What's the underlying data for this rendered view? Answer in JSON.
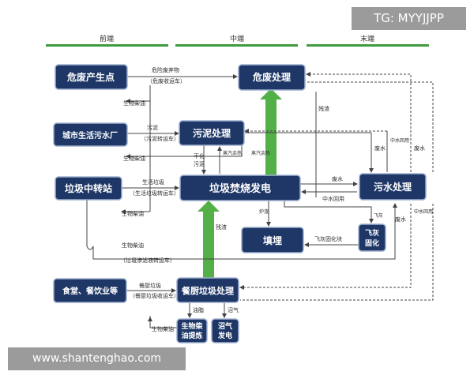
{
  "watermarks": {
    "top": "TG: MYYJJPP",
    "bottom": "www.shantenghao.com"
  },
  "colors": {
    "box_fill": "#1e3767",
    "header_bar": "#3e9b3e",
    "green_flow": "#52b047",
    "line": "#444444"
  },
  "headers": {
    "front": "前端",
    "middle": "中端",
    "end": "末端"
  },
  "nodes": {
    "hazard_source": "危废产生点",
    "sewage_plant": "城市生活污水厂",
    "transfer_station": "垃圾中转站",
    "canteen": "食堂、餐饮业等",
    "hazard_treatment": "危废处理",
    "sludge_treatment": "污泥处理",
    "incineration": "垃圾焚烧发电",
    "landfill": "填埋",
    "kitchen_waste": "餐厨垃圾处理",
    "biodiesel_line1": "生物柴",
    "biodiesel_line2": "油提炼",
    "biogas_line1": "沼气",
    "biogas_line2": "发电",
    "fly_ash_line1": "飞灰",
    "fly_ash_line2": "固化",
    "wastewater": "污水处理"
  },
  "labels": {
    "hazard_waste": "危险废弃物",
    "hazard_vehicle": "（危废收运车）",
    "bio_diesel": "生物柴油",
    "sludge": "污泥",
    "sludge_vehicle": "（污泥转运车）",
    "domestic_waste": "生活垃圾",
    "domestic_vehicle": "（生活垃圾转运车）",
    "leachate_vehicle": "（垃圾渗滤液转运车）",
    "kitchen_label": "餐厨垃圾",
    "kitchen_vehicle": "（餐厨垃圾收运车）",
    "dry_sludge_1": "干化",
    "dry_sludge_2": "污泥",
    "steam_heat": "蒸汽余热",
    "residue": "残渣",
    "furnace_residue": "炉渣",
    "fly_ash": "飞灰",
    "fly_ash_block": "飞灰固化块",
    "wastewater_label": "废水",
    "reclaimed": "中水回用",
    "oil_fat": "油脂",
    "biogas": "沼气"
  }
}
